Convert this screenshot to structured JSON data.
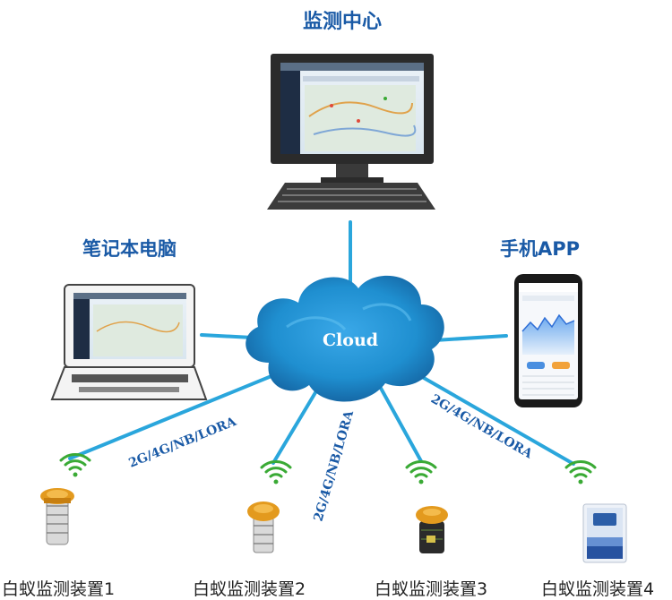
{
  "nodes": {
    "monitor_center": "监测中心",
    "laptop": "笔记本电脑",
    "phone_app": "手机APP",
    "cloud": "Cloud"
  },
  "links": {
    "left": "2G/4G/NB/LORA",
    "middle": "2G/4G/NB/LORA",
    "right": "2G/4G/NB/LORA"
  },
  "devices": [
    {
      "label": "白蚁监测装置1"
    },
    {
      "label": "白蚁监测装置2"
    },
    {
      "label": "白蚁监测装置3"
    },
    {
      "label": "白蚁监测装置4"
    }
  ],
  "colors": {
    "link_line": "#2aa6dc",
    "cloud": "#1f8fd0",
    "label_blue": "#1a5aa6",
    "wifi_green": "#3aaa35"
  }
}
